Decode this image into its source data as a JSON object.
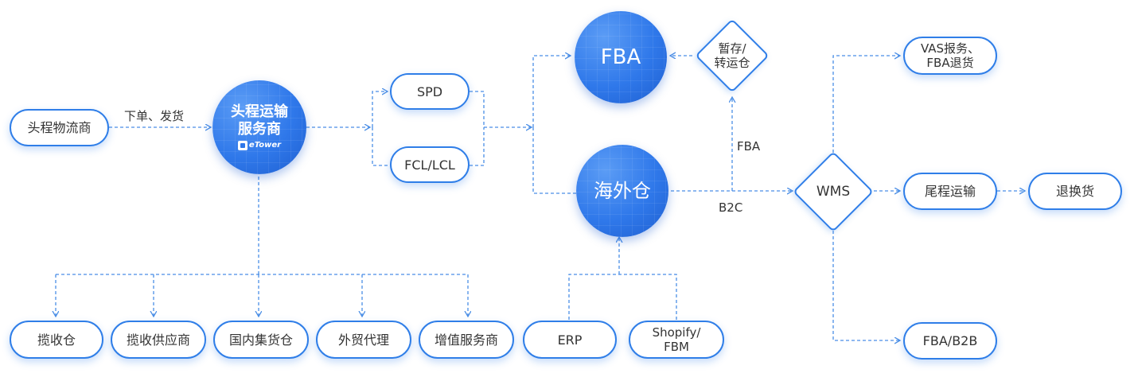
{
  "colors": {
    "accent": "#2f7ee8",
    "circle_fill": "#2f78ea",
    "line": "#4a8ee6",
    "text": "#333333"
  },
  "nodes": {
    "head_logistics": "头程物流商",
    "head_transport_service": "头程运输\n服务商",
    "etower_logo": "eTower",
    "spd": "SPD",
    "fcl_lcl": "FCL/LCL",
    "fba": "FBA",
    "temp_storage": "暂存/\n转运仓",
    "overseas_warehouse": "海外仓",
    "wms": "WMS",
    "vas_returns": "VAS报务、\nFBA退货",
    "last_mile": "尾程运输",
    "return_exchange": "退换货",
    "fba_b2b": "FBA/B2B",
    "consolidation_warehouse": "揽收仓",
    "pickup_supplier": "揽收供应商",
    "domestic_warehouse": "国内集货仓",
    "trade_agent": "外贸代理",
    "vas_provider": "增值服务商",
    "erp": "ERP",
    "shopify_fbm": "Shopify/\nFBM"
  },
  "edge_labels": {
    "order_ship": "下单、发货",
    "fba_edge": "FBA",
    "b2c_edge": "B2C"
  },
  "icons": {
    "logo": "etower-logo-icon"
  }
}
